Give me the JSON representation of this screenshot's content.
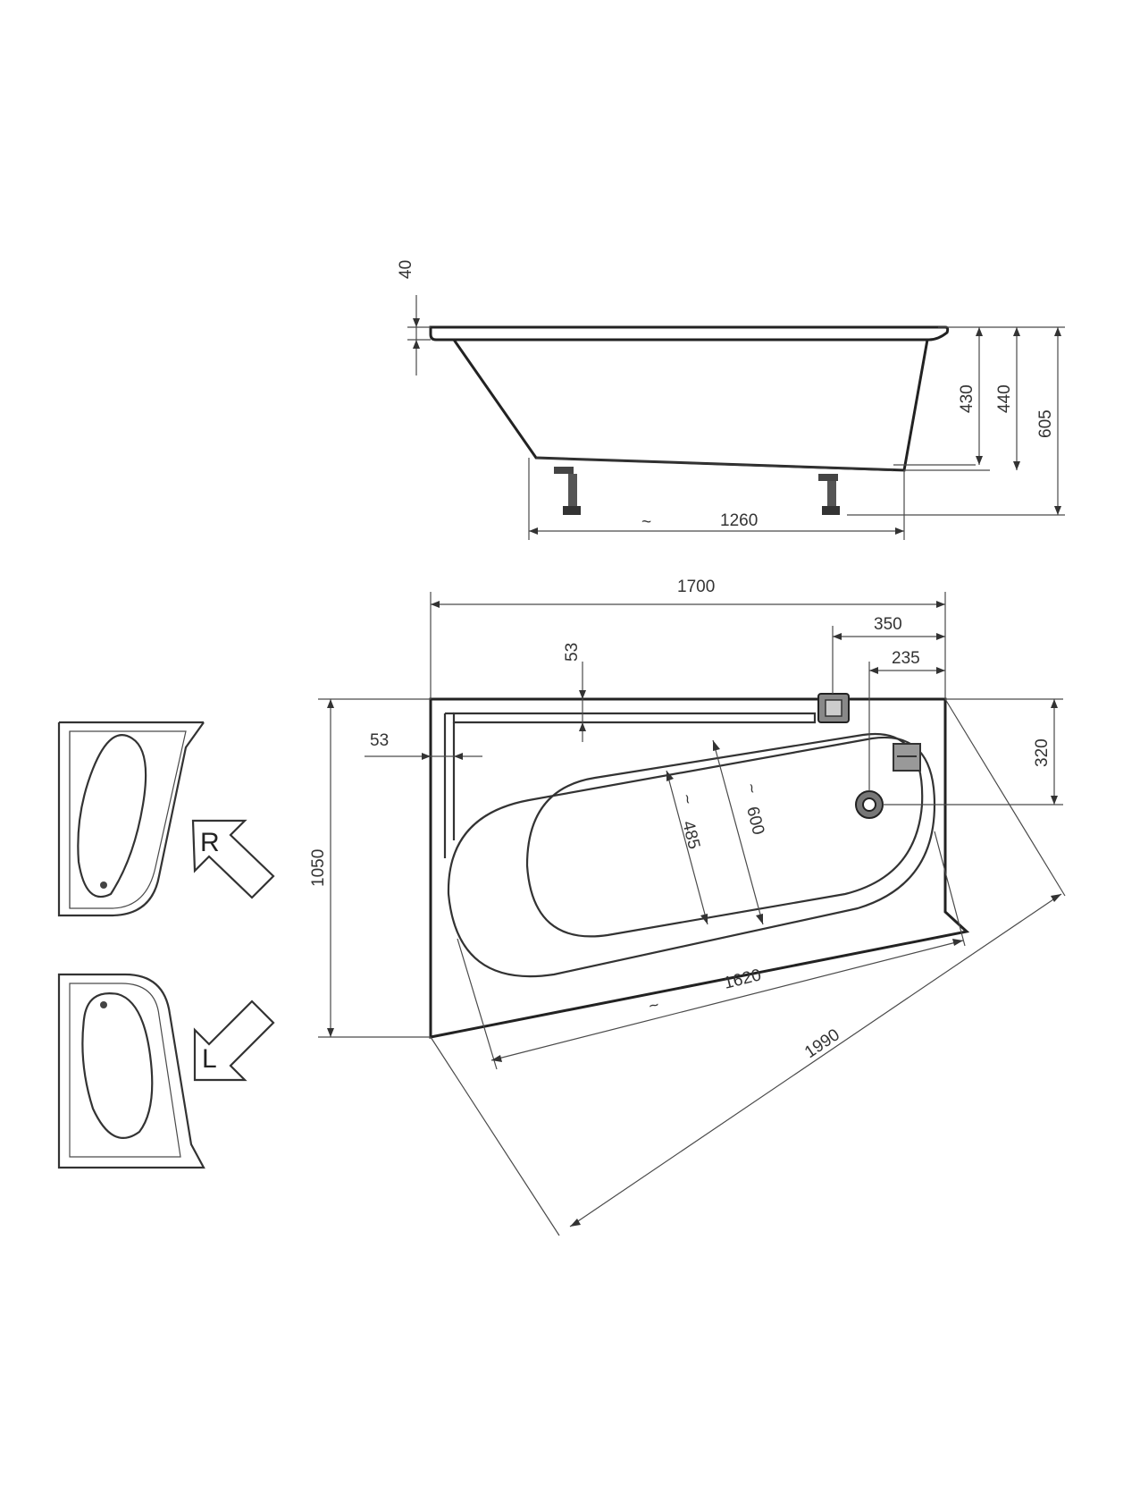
{
  "dimensions": {
    "rim_thickness": "40",
    "depth_inner": "430",
    "depth_outer": "440",
    "total_height": "605",
    "leg_span": "1260",
    "overall_length": "1700",
    "drain_offset_outer": "350",
    "drain_offset_inner": "235",
    "rim_width_top": "53",
    "rim_width_side": "53",
    "drain_distance": "320",
    "overall_width": "1050",
    "inner_width_bottom": "485",
    "inner_width_top": "600",
    "inner_length": "1620",
    "diagonal": "1990"
  },
  "approx_symbol": "~",
  "variants": {
    "right_label": "R",
    "left_label": "L"
  },
  "colors": {
    "line": "#4a4a4a",
    "outline": "#222222",
    "background": "#ffffff"
  },
  "icons": {
    "right_arrow": "arrow-up-left-icon",
    "left_arrow": "arrow-down-left-icon"
  }
}
